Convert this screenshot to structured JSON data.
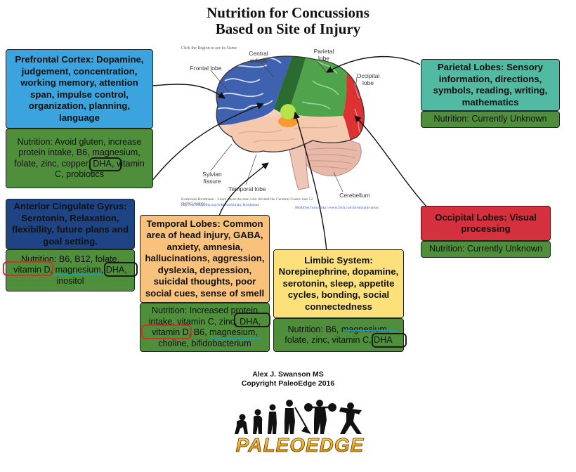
{
  "title": {
    "line1": "Nutrition for Concussions",
    "line2": "Based on Site of Injury"
  },
  "brain": {
    "caption": "Click the Region to see its Name",
    "labels": {
      "frontal": "Frontal lobe",
      "central": "Central sulcus",
      "parietal": "Parietal lobe",
      "occipital": "Occipital lobe",
      "sylvian": "Sylvian fissure",
      "temporal": "Temporal lobe",
      "cerebellum": "Cerebellum"
    },
    "footnote_left_1": "Korbinian Brodmann - Learn about the man who divided the Cerebral Cortex into 52 distinct regions",
    "footnote_left_2": "http://en.wikipedia.org/wiki/Korbinian_Brodmann",
    "footnote_right": "Modified from: http://www.fmri.com/brodmann-areas"
  },
  "regions": {
    "prefrontal": {
      "header": "Prefrontal Cortex: Dopamine, judgement, concentration, working memory, attention span, impulse control, organization, planning, language",
      "nutrition": "Nutrition: Avoid gluten, increase protein intake, B6, magnesium, folate, zinc, copper, DHA, vitamin C, probiotics"
    },
    "acg": {
      "header": "Anterior Cingulate Gyrus: Serotonin, Relaxation, flexibility, future plans and goal setting.",
      "nutrition": "Nutrition: B6, B12, folate, vitamin D, magnesium, DHA, inositol"
    },
    "temporal": {
      "header": "Temporal Lobes: Common area of head injury, GABA, anxiety, amnesia, hallucinations, aggression, dyslexia, depression, suicidal thoughts, poor social cues, sense of smell",
      "nutrition": "Nutrition: Increased protein intake, vitamin C, zinc, DHA, vitamin D, B6, magnesium, choline, bifidobacterium"
    },
    "limbic": {
      "header": "Limbic System: Norepinephrine, dopamine, serotonin, sleep, appetite cycles, bonding, social connectedness",
      "nutrition": "Nutrition: B6, magnesium, folate, zinc, vitamin C, DHA"
    },
    "parietal": {
      "header": "Parietal Lobes: Sensory information, directions, symbols, reading, writing, mathematics",
      "nutrition": "Nutrition: Currently Unknown"
    },
    "occipital": {
      "header": "Occipital Lobes: Visual processing",
      "nutrition": "Nutrition: Currently Unknown"
    }
  },
  "credits": {
    "author": "Alex J. Swanson MS",
    "copyright": "Copyright PaleoEdge 2016"
  },
  "logo": {
    "text": "PALEOEDGE"
  },
  "colors": {
    "prefrontal": "#3ba3dd",
    "acg": "#1e4486",
    "temporal": "#f8c27c",
    "limbic": "#fce17a",
    "parietal": "#52b9a2",
    "occipital": "#d4303d",
    "nutrition": "#4f8f3b",
    "circle_dark": "#1a1a1a",
    "circle_red": "#d32f2f",
    "underline_teal": "#1b9fb0"
  }
}
